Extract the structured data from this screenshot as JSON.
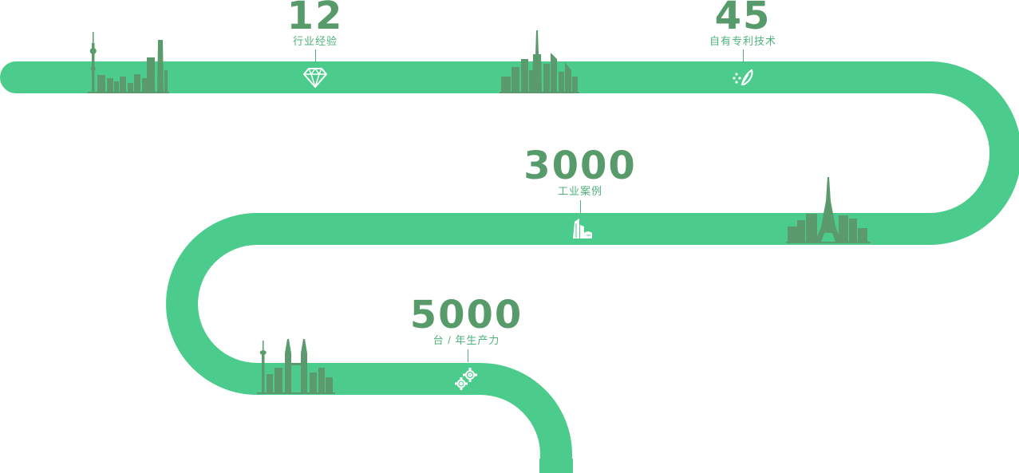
{
  "colors": {
    "road": "#4ccc8c",
    "skyline": "#5a9a6c",
    "text": "#4fb27a",
    "number": "#579b6b",
    "icon": "#ffffff"
  },
  "milestones": [
    {
      "number": "12",
      "label": "行业经验",
      "icon": "diamond-icon"
    },
    {
      "number": "45",
      "label": "自有专利技术",
      "icon": "patent-icon"
    },
    {
      "number": "3000",
      "label": "工业案例",
      "icon": "buildings-icon"
    },
    {
      "number": "5000",
      "label": "台 / 年生产力",
      "icon": "gears-icon"
    }
  ],
  "skylines": [
    "shanghai-skyline",
    "dubai-skyline",
    "paris-skyline",
    "kuala-lumpur-skyline"
  ]
}
